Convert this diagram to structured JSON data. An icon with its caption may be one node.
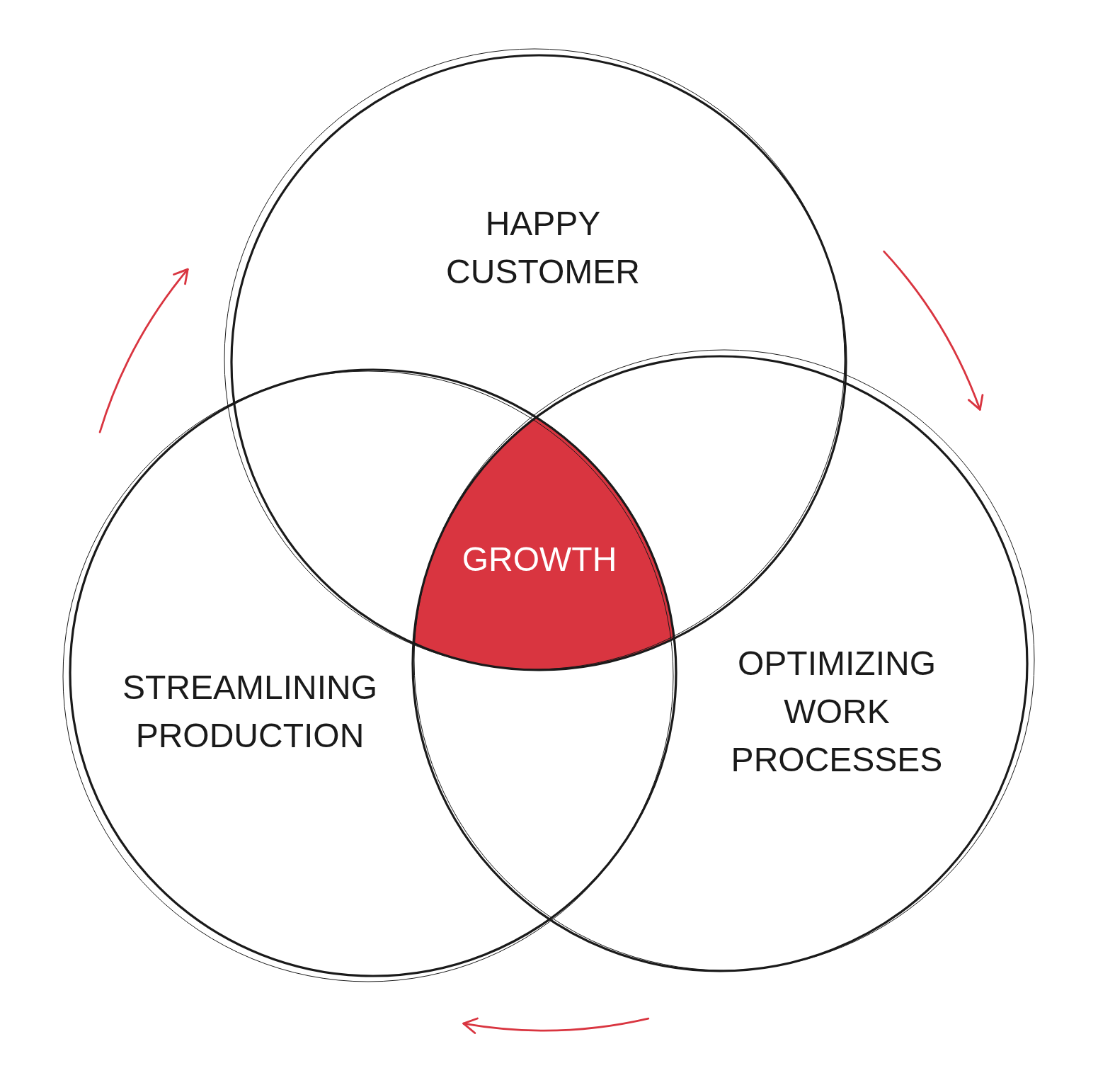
{
  "diagram": {
    "nodes": [
      {
        "text": [
          "HAPPY CUSTOMER"
        ]
      },
      {
        "text": [
          "GROWTH"
        ]
      },
      {
        "text": [
          "STREAMLINING PRODUCTION"
        ]
      },
      {
        "text": [
          "OPTIMIZING WORK PROCESSES"
        ]
      }
    ],
    "edges": [
      {
        "from": 2,
        "to": 0,
        "arrow": "to"
      },
      {
        "from": 0,
        "to": 3,
        "arrow": "to"
      },
      {
        "from": 3,
        "to": 2,
        "arrow": "to"
      }
    ]
  }
}
